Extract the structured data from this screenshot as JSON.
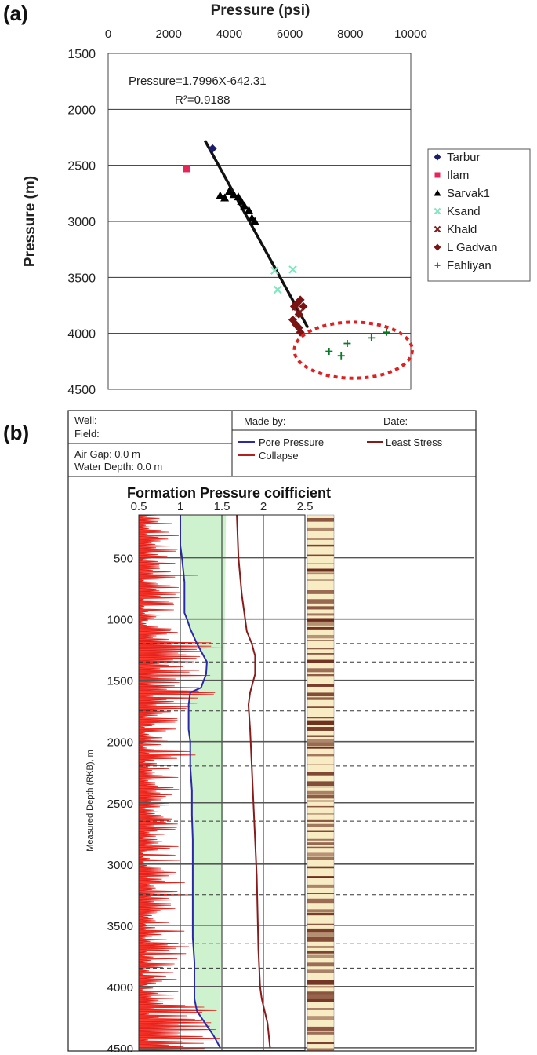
{
  "panel_a_label": "(a)",
  "panel_b_label": "(b)",
  "chart_data": [
    {
      "type": "scatter",
      "title": "",
      "xlabel": "Pressure (psi)",
      "ylabel": "Pressure (m)",
      "xlim": [
        0,
        10000
      ],
      "ylim": [
        1500,
        4500
      ],
      "x_ticks": [
        "0",
        "2000",
        "4000",
        "6000",
        "8000",
        "10000"
      ],
      "y_ticks": [
        "1500",
        "2000",
        "2500",
        "3000",
        "3500",
        "4000",
        "4500"
      ],
      "y_inverted": true,
      "x_axis_position": "top",
      "grid": "horizontal",
      "legend_position": "right",
      "equation": "Pressure=1.7996X-642.31",
      "r_squared": "R²=0.9188",
      "fit_line": {
        "x": [
          3200,
          6600
        ],
        "y": [
          2280,
          3950
        ]
      },
      "highlight_ellipse": {
        "center_x": 8100,
        "center_y": 4150,
        "rx": 1950,
        "ry": 250,
        "color": "#e02020"
      },
      "series": [
        {
          "name": "Tarbur",
          "marker": "diamond",
          "color": "#1c1c6b",
          "x": [
            3450
          ],
          "y": [
            2350
          ]
        },
        {
          "name": "Ilam",
          "marker": "square",
          "color": "#e8245a",
          "x": [
            2600
          ],
          "y": [
            2530
          ]
        },
        {
          "name": "Sarvak1",
          "marker": "triangle",
          "color": "#000000",
          "x": [
            3700,
            3850,
            4000,
            4150,
            4300,
            4400,
            4500,
            4650,
            4750,
            4850
          ],
          "y": [
            2770,
            2790,
            2730,
            2760,
            2780,
            2820,
            2860,
            2900,
            2970,
            3000
          ]
        },
        {
          "name": "Ksand",
          "marker": "x",
          "color": "#7fe8c0",
          "x": [
            5500,
            6100,
            5600
          ],
          "y": [
            3440,
            3430,
            3610
          ]
        },
        {
          "name": "Khald",
          "marker": "x",
          "color": "#7a2020",
          "x": [
            6200,
            6300
          ],
          "y": [
            3760,
            3820
          ]
        },
        {
          "name": "L Gadvan",
          "marker": "diamond",
          "color": "#7a1414",
          "x": [
            6150,
            6250,
            6350,
            6450,
            6300,
            6100,
            6200,
            6300,
            6350
          ],
          "y": [
            3760,
            3730,
            3700,
            3760,
            3830,
            3880,
            3920,
            3950,
            3990
          ]
        },
        {
          "name": "Fahliyan",
          "marker": "plus",
          "color": "#0a7a2a",
          "x": [
            7300,
            7700,
            7900,
            8700,
            9200
          ],
          "y": [
            4160,
            4200,
            4090,
            4040,
            3990
          ]
        }
      ]
    },
    {
      "type": "line",
      "title": "Formation Pressure coifficient",
      "xlabel": "",
      "ylabel": "Measured Depth (RKB), m",
      "xlim": [
        0.5,
        2.5
      ],
      "ylim": [
        150,
        4520
      ],
      "x_ticks": [
        "0.5",
        "1",
        "1.5",
        "2",
        "2.5"
      ],
      "y_ticks": [
        "500",
        "1000",
        "1500",
        "2000",
        "2500",
        "3000",
        "3500",
        "4000",
        "4500"
      ],
      "y_inverted": true,
      "header": {
        "well": "Well:",
        "field": "Field:",
        "air_gap": "Air Gap: 0.0 m",
        "water_depth": "Water Depth: 0.0 m",
        "made_by": "Made by:",
        "date": "Date:"
      },
      "legend_position": "top",
      "series": [
        {
          "name": "Pore Pressure",
          "color": "#2a2aa8",
          "x": [
            1.0,
            1.0,
            1.02,
            1.05,
            1.05,
            1.08,
            1.12,
            1.2,
            1.28,
            1.32,
            1.31,
            1.25,
            1.12,
            1.1,
            1.1,
            1.12,
            1.12,
            1.14,
            1.14,
            1.15,
            1.15,
            1.15,
            1.15,
            1.15,
            1.17,
            1.17,
            1.2,
            1.3,
            1.4,
            1.48
          ],
          "y": [
            150,
            400,
            500,
            700,
            950,
            1000,
            1080,
            1200,
            1300,
            1350,
            1450,
            1560,
            1600,
            1700,
            1900,
            2000,
            2200,
            2400,
            2600,
            2800,
            3000,
            3200,
            3400,
            3600,
            3800,
            4100,
            4200,
            4300,
            4400,
            4500
          ]
        },
        {
          "name": "Least Stress",
          "color": "#8a1a1a",
          "x": [
            1.68,
            1.7,
            1.74,
            1.78,
            1.8,
            1.86,
            1.9,
            1.9,
            1.84,
            1.82,
            1.84,
            1.86,
            1.88,
            1.9,
            1.92,
            1.93,
            1.94,
            1.96,
            1.98,
            2.05,
            2.08
          ],
          "y": [
            150,
            500,
            800,
            1000,
            1100,
            1200,
            1300,
            1450,
            1600,
            1700,
            1900,
            2200,
            2500,
            2800,
            3100,
            3400,
            3700,
            4000,
            4100,
            4300,
            4500
          ]
        },
        {
          "name": "Collapse",
          "color": "#b42020",
          "x": [],
          "y": []
        }
      ],
      "fill_between": {
        "color": "#cdf2cd",
        "lower": "Pore Pressure",
        "upper_x": 1.48
      },
      "lithology_strip": {
        "base_color": "#f7ecc4",
        "band_color": "#6b2a1a"
      }
    }
  ]
}
